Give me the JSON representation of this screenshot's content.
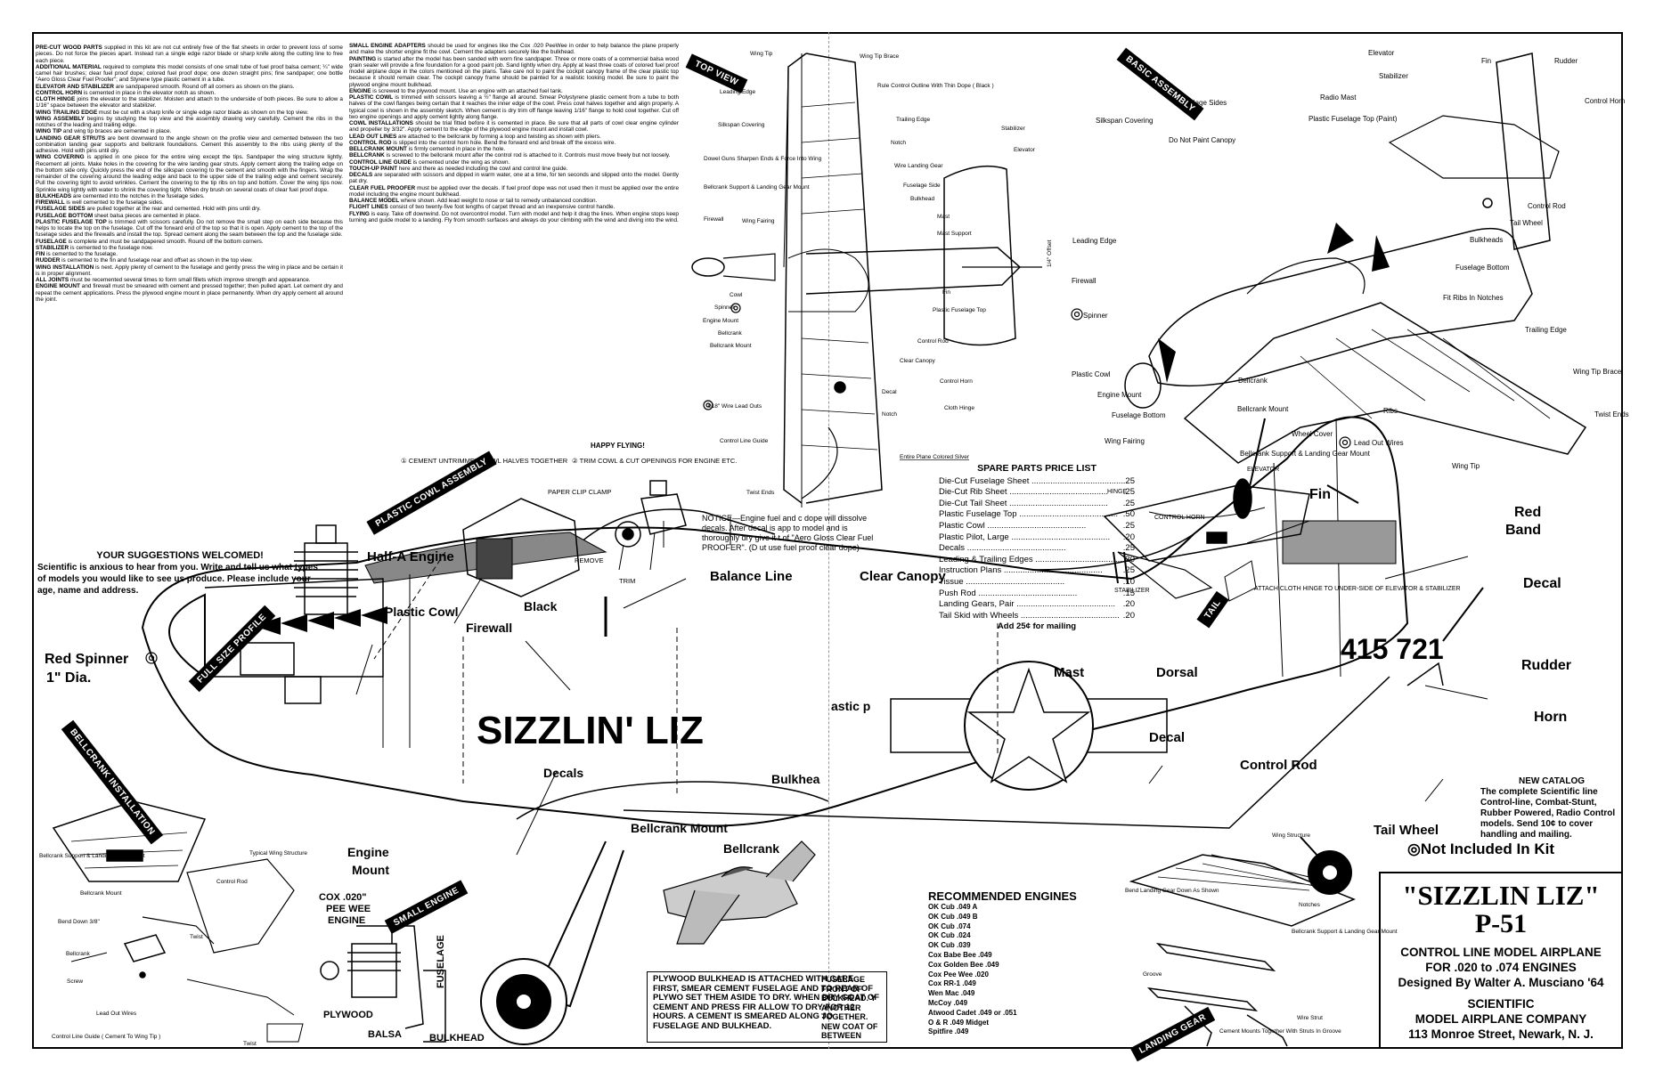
{
  "instructions_left": [
    {
      "h": "PRE-CUT WOOD PARTS",
      "t": "supplied in this kit are not cut entirely free of the flat sheets in order to prevent loss of some pieces. Do not force the pieces apart. Instead run a single edge razor blade or sharp knife along the cutting line to free each piece."
    },
    {
      "h": "ADDITIONAL MATERIAL",
      "t": "required to complete this model consists of one small tube of fuel proof balsa cement; ¼\" wide camel hair brushes; clear fuel proof dope; colored fuel proof dope; one dozen straight pins; fine sandpaper; one bottle \"Aero Gloss Clear Fuel Proofer\"; and Styrene type plastic cement in a tube."
    },
    {
      "h": "ELEVATOR AND STABILIZER",
      "t": "are sandpapered smooth. Round off all corners as shown on the plans."
    },
    {
      "h": "CONTROL HORN",
      "t": "is cemented in place in the elevator notch as shown."
    },
    {
      "h": "CLOTH HINGE",
      "t": "joins the elevator to the stabilizer. Moisten and attach to the underside of both pieces. Be sure to allow a 1/16\" space between the elevator and stabilizer."
    },
    {
      "h": "WING TRAILING EDGE",
      "t": "must be cut with a sharp knife or single edge razor blade as shown on the top view."
    },
    {
      "h": "WING ASSEMBLY",
      "t": "begins by studying the top view and the assembly drawing very carefully. Cement the ribs in the notches of the leading and trailing edge."
    },
    {
      "h": "WING TIP",
      "t": "and wing tip braces are cemented in place."
    },
    {
      "h": "LANDING GEAR STRUTS",
      "t": "are bent downward to the angle shown on the profile view and cemented between the two combination landing gear supports and bellcrank foundations. Cement this assembly to the ribs using plenty of the adhesive. Hold with pins until dry."
    },
    {
      "h": "WING COVERING",
      "t": "is applied in one piece for the entire wing except the tips. Sandpaper the wing structure lightly. Recement all joints. Make holes in the covering for the wire landing gear struts. Apply cement along the trailing edge on the bottom side only. Quickly press the end of the silkspan covering to the cement and smooth with the fingers. Wrap the remainder of the covering around the leading edge and back to the upper side of the trailing edge and cement securely. Pull the covering tight to avoid wrinkles. Cement the covering to the tip ribs on top and bottom. Cover the wing tips now. Sprinkle wing lightly with water to shrink the covering tight. When dry brush on several coats of clear fuel proof dope."
    },
    {
      "h": "BULKHEADS",
      "t": "are cemented into the notches in the fuselage sides."
    },
    {
      "h": "FIREWALL",
      "t": "is well cemented to the fuselage sides."
    },
    {
      "h": "FUSELAGE SIDES",
      "t": "are pulled together at the rear and cemented. Hold with pins until dry."
    },
    {
      "h": "FUSELAGE BOTTOM",
      "t": "sheet balsa pieces are cemented in place."
    },
    {
      "h": "PLASTIC FUSELAGE TOP",
      "t": "is trimmed with scissors carefully. Do not remove the small step on each side because this helps to locate the top on the fuselage. Cut off the forward end of the top so that it is open. Apply cement to the top of the fuselage sides and the firewalls and install the top. Spread cement along the seam between the top and the fuselage side."
    },
    {
      "h": "FUSELAGE",
      "t": "is complete and must be sandpapered smooth. Round off the bottom corners."
    },
    {
      "h": "STABILIZER",
      "t": "is cemented to the fuselage now."
    },
    {
      "h": "FIN",
      "t": "is cemented to the fuselage."
    },
    {
      "h": "RUDDER",
      "t": "is cemented to the fin and fuselage rear and offset as shown in the top view."
    },
    {
      "h": "WING INSTALLATION",
      "t": "is next. Apply plenty of cement to the fuselage and gently press the wing in place and be certain it is in proper alignment."
    },
    {
      "h": "ALL JOINTS",
      "t": "must be recemented several times to form small fillets which improve strength and appearance."
    },
    {
      "h": "ENGINE MOUNT",
      "t": "and firewall must be smeared with cement and pressed together; then pulled apart. Let cement dry and repeat the cement applications. Press the plywood engine mount in place permanently. When dry apply cement all around the joint."
    }
  ],
  "instructions_right": [
    {
      "h": "SMALL ENGINE ADAPTERS",
      "t": "should be used for engines like the Cox .020 PeeWee in order to help balance the plane properly and make the shorter engine fit the cowl. Cement the adapters securely like the bulkhead."
    },
    {
      "h": "PAINTING",
      "t": "is started after the model has been sanded with worn fine sandpaper. Three or more coats of a commercial balsa wood grain sealer will provide a fine foundation for a good paint job. Sand lightly when dry. Apply at least three coats of colored fuel proof model airplane dope in the colors mentioned on the plans. Take care not to paint the cockpit canopy frame of the clear plastic top because it should remain clear. The cockpit canopy frame should be painted for a realistic looking model. Be sure to paint the plywood engine mount bulkhead."
    },
    {
      "h": "ENGINE",
      "t": "is screwed to the plywood mount. Use an engine with an attached fuel tank."
    },
    {
      "h": "PLASTIC COWL",
      "t": "is trimmed with scissors leaving a ½\" flange all around. Smear Polystyrene plastic cement from a tube to both halves of the cowl flanges being certain that it reaches the inner edge of the cowl. Press cowl halves together and align properly. A typical cowl is shown in the assembly sketch. When cement is dry trim off flange leaving 1/16\" flange to hold cowl together. Cut off two engine openings and apply cement lightly along flange."
    },
    {
      "h": "COWL INSTALLATIONS",
      "t": "should be trial fitted before it is cemented in place. Be sure that all parts of cowl clear engine cylinder and propeller by 3/32\". Apply cement to the edge of the plywood engine mount and install cowl."
    },
    {
      "h": "LEAD OUT LINES",
      "t": "are attached to the bellcrank by forming a loop and twisting as shown with pliers."
    },
    {
      "h": "CONTROL ROD",
      "t": "is slipped into the control horn hole. Bend the forward end and break off the excess wire."
    },
    {
      "h": "BELLCRANK MOUNT",
      "t": "is firmly cemented in place in the hole."
    },
    {
      "h": "BELLCRANK",
      "t": "is screwed to the bellcrank mount after the control rod is attached to it. Controls must move freely but not loosely."
    },
    {
      "h": "CONTROL LINE GUIDE",
      "t": "is cemented under the wing as shown."
    },
    {
      "h": "TOUCH-UP PAINT",
      "t": "here and there as needed including the cowl and control line guide."
    },
    {
      "h": "DECALS",
      "t": "are separated with scissors and dipped in warm water, one at a time, for ten seconds and slipped onto the model. Gently pat dry."
    },
    {
      "h": "CLEAR FUEL PROOFER",
      "t": "must be applied over the decals. If fuel proof dope was not used then it must be applied over the entire model including the engine mount bulkhead."
    },
    {
      "h": "BALANCE MODEL",
      "t": "where shown. Add lead weight to nose or tail to remedy unbalanced condition."
    },
    {
      "h": "FLIGHT LINES",
      "t": "consist of two twenty-five foot lengths of carpet thread and an inexpensive control handle."
    },
    {
      "h": "FLYING",
      "t": "is easy. Take off downwind. Do not overcontrol model. Turn with model and help it drag the lines. When engine stops keep turning and guide model to a landing. Fly from smooth surfaces and always do your climbing with the wind and diving into the wind."
    }
  ],
  "happy": "HAPPY FLYING!",
  "suggestions": {
    "title": "YOUR SUGGESTIONS WELCOMED!",
    "body": "Scientific is anxious to hear from you. Write and tell us what types of models you would like to see us produce. Please include your age, name and address."
  },
  "banners": {
    "top_view": "TOP VIEW",
    "basic_assembly": "BASIC ASSEMBLY",
    "plastic_cowl": "PLASTIC COWL ASSEMBLY",
    "full_size": "FULL SIZE PROFILE",
    "bellcrank_inst": "BELLCRANK INSTALLATION",
    "small_engine": "SMALL ENGINE",
    "tail": "TAIL",
    "landing_gear": "LANDING GEAR"
  },
  "cowl_steps": {
    "s1": "① CEMENT UNTRIMMED COWL HALVES TOGETHER",
    "s2": "② TRIM COWL & CUT OPENINGS FOR ENGINE ETC.",
    "clamp": "PAPER CLIP CLAMP",
    "remove": "REMOVE",
    "trim": "TRIM"
  },
  "top_view_labels": {
    "wing_tip": "Wing Tip",
    "wing_tip_brace": "Wing Tip Brace",
    "leading_edge": "Leading Edge",
    "rule": "Rule Control Outline With Thin Dope ( Black )",
    "silkspan": "Silkspan Covering",
    "trailing": "Trailing Edge",
    "notch": "Notch",
    "dowel": "Dowel Guns Sharpen Ends & Force Into Wing",
    "wire_gear": "Wire Landing Gear",
    "bellcrank_support": "Bellcrank Support & Landing Gear Mount",
    "fuselage_side": "Fuselage Side",
    "bulkhead": "Bulkhead",
    "firewall": "Firewall",
    "wing_fairing": "Wing Fairing",
    "stabilizer": "Stabilizer",
    "elevator": "Elevator",
    "mast": "Mast",
    "mast_support": "Mast Support",
    "offset": "1/4\" Offset",
    "cowl": "Cowl",
    "spinner": "Spinner",
    "engine_mount": "Engine Mount",
    "bellcrank": "Bellcrank",
    "bellcrank_mount": "Bellcrank Mount",
    "fin": "Fin",
    "plastic_top": "Plastic Fuselage Top",
    "control_rod": "Control Rod",
    "clear_canopy": "Clear Canopy",
    "control_horn": "Control Horn",
    "cloth_hinge": "Cloth Hinge",
    "lead_outs": "018\" Wire Lead Outs",
    "decal": "Decal",
    "notch2": "Notch",
    "control_guide": "Control Line Guide",
    "twist_ends": "Twist Ends",
    "silver": "Entire Plane Colored Silver"
  },
  "assembly_labels": {
    "elevator": "Elevator",
    "fin": "Fin",
    "rudder": "Rudder",
    "stabilizer": "Stabilizer",
    "control_horn": "Control Horn",
    "radio_mast": "Radio Mast",
    "fuselage_sides": "Fuselage Sides",
    "plastic_top": "Plastic Fuselage Top (Paint)",
    "silkspan": "Silkspan Covering",
    "do_not_paint": "Do Not Paint Canopy",
    "control_rod": "Control Rod",
    "tail_wheel": "Tail Wheel",
    "bulkheads": "Bulkheads",
    "leading_edge": "Leading Edge",
    "fuselage_bottom": "Fuselage Bottom",
    "firewall": "Firewall",
    "fit_ribs": "Fit Ribs In Notches",
    "spinner": "Spinner",
    "trailing_edge": "Trailing Edge",
    "plastic_cowl": "Plastic Cowl",
    "wing_tip_brace": "Wing Tip Brace",
    "engine_mount": "Engine Mount",
    "bellcrank": "Bellcrank",
    "bellcrank_mount": "Bellcrank Mount",
    "fuselage_bottom2": "Fuselage Bottom",
    "ribs": "Ribs",
    "twist_ends": "Twist Ends",
    "wing_fairing": "Wing Fairing",
    "wheel_cover": "Wheel Cover",
    "lead_out": "Lead Out Wires",
    "bellcrank_support": "Bellcrank Support & Landing Gear Mount",
    "wing_tip": "Wing Tip"
  },
  "tail_labels": {
    "elevator": "ELEVATOR",
    "hinge": "HINGE",
    "control_horn": "CONTROL HORN",
    "stabilizer": "STABILIZER",
    "attach": "ATTACH CLOTH HINGE TO UNDER-SIDE OF ELEVATOR & STABILIZER"
  },
  "spare_parts": {
    "title": "SPARE PARTS PRICE LIST",
    "items": [
      [
        "Die-Cut Fuselage Sheet",
        ".25"
      ],
      [
        "Die-Cut Rib Sheet",
        ".25"
      ],
      [
        "Die-Cut Tail Sheet",
        ".25"
      ],
      [
        "Plastic Fuselage Top",
        ".50"
      ],
      [
        "Plastic Cowl",
        ".25"
      ],
      [
        "Plastic Pilot, Large",
        ".20"
      ],
      [
        "Decals",
        ".25"
      ],
      [
        "Leading & Trailing Edges",
        ".30"
      ],
      [
        "Instruction Plans",
        ".25"
      ],
      [
        "Tissue",
        ".10"
      ],
      [
        "Push Rod",
        ".15"
      ],
      [
        "Landing Gears, Pair",
        ".20"
      ],
      [
        "Tail Skid with Wheels",
        ".20"
      ]
    ],
    "footer": "Add 25¢ for mailing"
  },
  "notice": "NOTICE—Engine fuel and c dope will dissolve decals. After decal is app to model and is thoroughly dry give it t of \"Aero Gloss Clear Fuel PROOFER\". (D ut use fuel proof clear dope)",
  "profile_labels": {
    "half_a": "Half-A Engine",
    "balance": "Balance Line",
    "clear_canopy": "Clear Canopy",
    "plastic_cowl": "Plastic Cowl",
    "firewall": "Firewall",
    "black": "Black",
    "red_spinner": "Red Spinner",
    "spinner_dia": "1\" Dia.",
    "name": "SIZZLIN' LIZ",
    "plastic_top": "astic p",
    "decals": "Decals",
    "bulkhead": "Bulkhea",
    "mast": "Mast",
    "dorsal": "Dorsal",
    "fin": "Fin",
    "red_band": "Red Band",
    "decal_r": "Decal",
    "serial": "415 721",
    "rudder": "Rudder",
    "horn": "Horn",
    "decal": "Decal",
    "control_rod": "Control Rod",
    "tail_wheel": "Tail Wheel",
    "engine_mount": "Engine Mount",
    "bellcrank_mount": "Bellcrank Mount",
    "bellcrank": "Bellcrank"
  },
  "bellcrank_inst_labels": {
    "support": "Bellcrank Support & Landing Gear Mount",
    "mount": "Bellcrank Mount",
    "typical": "Typical Wing Structure",
    "control_rod": "Control Rod",
    "bend": "Bend Down 3/8\"",
    "bellcrank": "Bellcrank",
    "twist": "Twist",
    "screw": "Screw",
    "lead_out": "Lead Out Wires",
    "guide": "Control Line Guide ( Cement To Wing Tip )",
    "twist2": "Twist"
  },
  "small_engine_labels": {
    "cox": "COX .020\" PEE WEE ENGINE",
    "plywood": "PLYWOOD",
    "balsa": "BALSA",
    "bulkhead": "BULKHEAD",
    "fuselage": "FUSELAGE"
  },
  "plywood_note": "PLYWOOD BULKHEAD IS ATTACHED WITH CARE. FIRST, SMEAR CEMENT FUSELAGE AND TO REAR OF PLYWO SET THEM ASIDE TO DRY. WHEN DRY COAT OF CEMENT AND PRESS FIR ALLOW TO DRY FOR 12 HOURS. A CEMENT IS SMEARED ALONG JO FUSELAGE AND BULKHEAD.",
  "plywood_note_r": "FUSELAGE FRONT OF BULKHEAD. Y ANOTHER TOGETHER. NEW COAT OF BETWEEN",
  "recommended": {
    "title": "RECOMMENDED ENGINES",
    "items": [
      "OK Cub .049 A",
      "OK Cub .049 B",
      "OK Cub .074",
      "OK Cub .024",
      "OK Cub .039",
      "Cox Babe Bee .049",
      "Cox Golden Bee .049",
      "Cox Pee Wee .020",
      "Cox RR-1 .049",
      "Wen Mac .049",
      "McCoy .049",
      "Atwood Cadet .049 or .051",
      "O & R .049 Midget",
      "Spitfire .049"
    ]
  },
  "landing_gear_labels": {
    "wing_structure": "Wing Structure",
    "notches": "Notches",
    "bend": "Bend Landing Gear Down As Shown",
    "groove": "Groove",
    "support": "Bellcrank Support & Landing Gear Mount",
    "cement": "Cement Mounts Together With Struts In Groove",
    "wire": "Wire Strut"
  },
  "catalog": {
    "title": "NEW CATALOG",
    "body": "The complete Scientific line Control-line, Combat-Stunt, Rubber Powered, Radio Control models. Send 10¢ to cover handling and mailing."
  },
  "not_included": "◎Not Included In Kit",
  "title_box": {
    "name": "\"SIZZLIN LIZ\"",
    "model": "P-51",
    "line1": "CONTROL LINE MODEL AIRPLANE",
    "line2": "FOR .020 to .074 ENGINES",
    "line3": "Designed By Walter A. Musciano '64",
    "co1": "SCIENTIFIC",
    "co2": "MODEL AIRPLANE COMPANY",
    "addr": "113 Monroe Street, Newark, N. J."
  }
}
